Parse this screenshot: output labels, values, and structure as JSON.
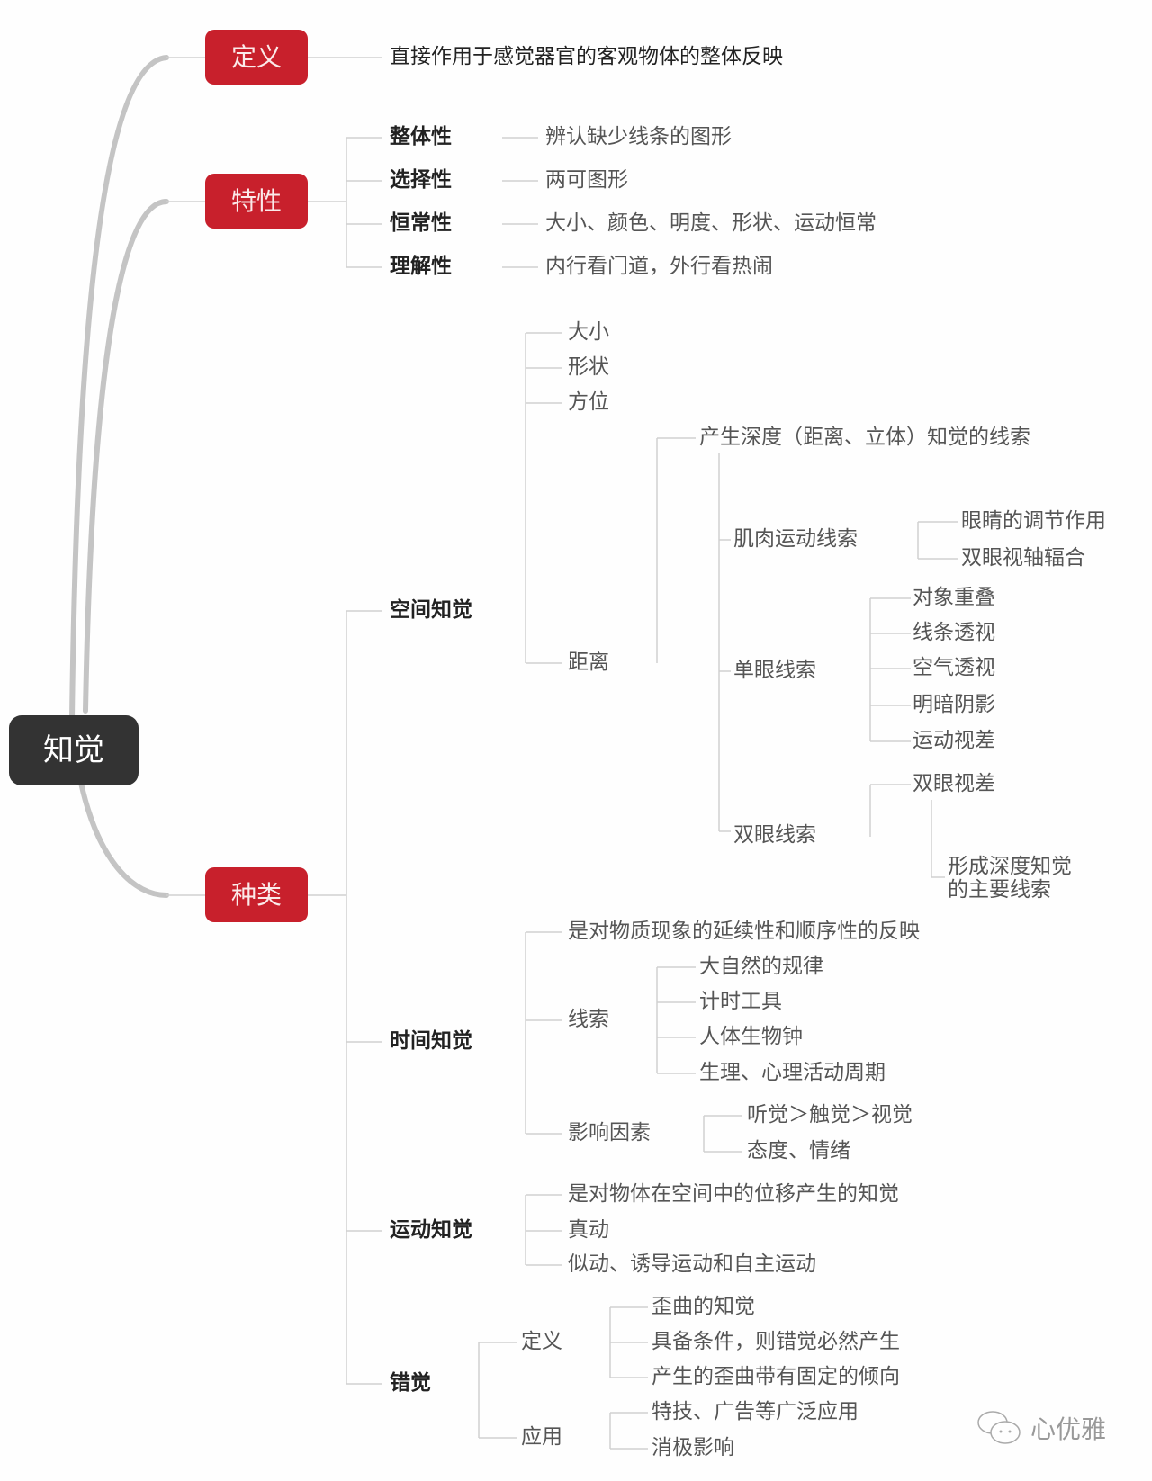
{
  "root": {
    "label": "知觉"
  },
  "branches": {
    "definition": {
      "label": "定义",
      "text": "直接作用于感觉器官的客观物体的整体反映"
    },
    "properties": {
      "label": "特性",
      "items": [
        {
          "name": "整体性",
          "desc": "辨认缺少线条的图形"
        },
        {
          "name": "选择性",
          "desc": "两可图形"
        },
        {
          "name": "恒常性",
          "desc": "大小、颜色、明度、形状、运动恒常"
        },
        {
          "name": "理解性",
          "desc": "内行看门道，外行看热闹"
        }
      ]
    },
    "types": {
      "label": "种类",
      "spatial": {
        "label": "空间知觉",
        "simple": [
          "大小",
          "形状",
          "方位"
        ],
        "distance": {
          "label": "距离",
          "depth_cue": "产生深度（距离、立体）知觉的线索",
          "muscle": {
            "label": "肌肉运动线索",
            "items": [
              "眼睛的调节作用",
              "双眼视轴辐合"
            ]
          },
          "mono": {
            "label": "单眼线索",
            "items": [
              "对象重叠",
              "线条透视",
              "空气透视",
              "明暗阴影",
              "运动视差"
            ]
          },
          "bino": {
            "label": "双眼线索",
            "item": "双眼视差",
            "note_line1": "形成深度知觉",
            "note_line2": "的主要线索"
          }
        }
      },
      "time": {
        "label": "时间知觉",
        "def": "是对物质现象的延续性和顺序性的反映",
        "cues": {
          "label": "线索",
          "items": [
            "大自然的规律",
            "计时工具",
            "人体生物钟",
            "生理、心理活动周期"
          ]
        },
        "factors": {
          "label": "影响因素",
          "items": [
            "听觉＞触觉＞视觉",
            "态度、情绪"
          ]
        }
      },
      "motion": {
        "label": "运动知觉",
        "items": [
          "是对物体在空间中的位移产生的知觉",
          "真动",
          "似动、诱导运动和自主运动"
        ]
      },
      "illusion": {
        "label": "错觉",
        "def": {
          "label": "定义",
          "items": [
            "歪曲的知觉",
            "具备条件，则错觉必然产生",
            "产生的歪曲带有固定的倾向"
          ]
        },
        "app": {
          "label": "应用",
          "items": [
            "特技、广告等广泛应用",
            "消极影响"
          ]
        }
      }
    }
  },
  "watermark": {
    "text": "心优雅",
    "icon": "wechat-icon"
  },
  "colors": {
    "root": "#333333",
    "main": "#c8202c",
    "line": "#cccccc",
    "trunk": "#c4c4c4"
  }
}
